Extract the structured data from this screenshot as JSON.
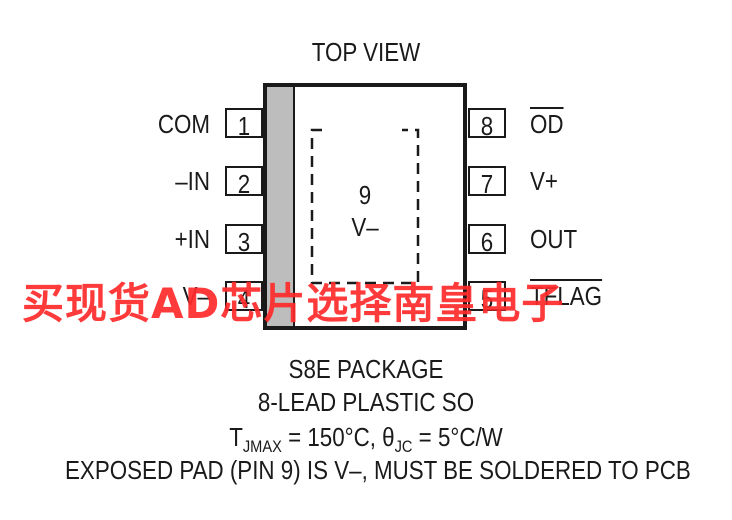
{
  "header": {
    "title": "TOP VIEW"
  },
  "package": {
    "exposed_pad_number": "9",
    "exposed_pad_label": "V–"
  },
  "pins_left": [
    {
      "number": "1",
      "label": "COM"
    },
    {
      "number": "2",
      "label": "–IN"
    },
    {
      "number": "3",
      "label": "+IN"
    },
    {
      "number": "4",
      "label": "V–"
    }
  ],
  "pins_right": [
    {
      "number": "8",
      "label": "OD",
      "overline": true
    },
    {
      "number": "7",
      "label": "V+"
    },
    {
      "number": "6",
      "label": "OUT"
    },
    {
      "number": "5",
      "label": "TFLAG",
      "overline": true
    }
  ],
  "caption": {
    "line1": "S8E PACKAGE",
    "line2": "8-LEAD PLASTIC SO",
    "line3_prefix": "T",
    "line3_sub1": "JMAX",
    "line3_mid": " = 150°C, θ",
    "line3_sub2": "JC",
    "line3_suffix": " = 5°C/W",
    "line4": "EXPOSED PAD (PIN 9) IS V–, MUST BE SOLDERED TO PCB"
  },
  "watermark": {
    "text": "买现货AD芯片选择南皇电子",
    "color": "#ff2a2a"
  },
  "colors": {
    "line": "#1a1a1a",
    "pin1_strip": "#bdbdbd",
    "background": "#ffffff"
  }
}
